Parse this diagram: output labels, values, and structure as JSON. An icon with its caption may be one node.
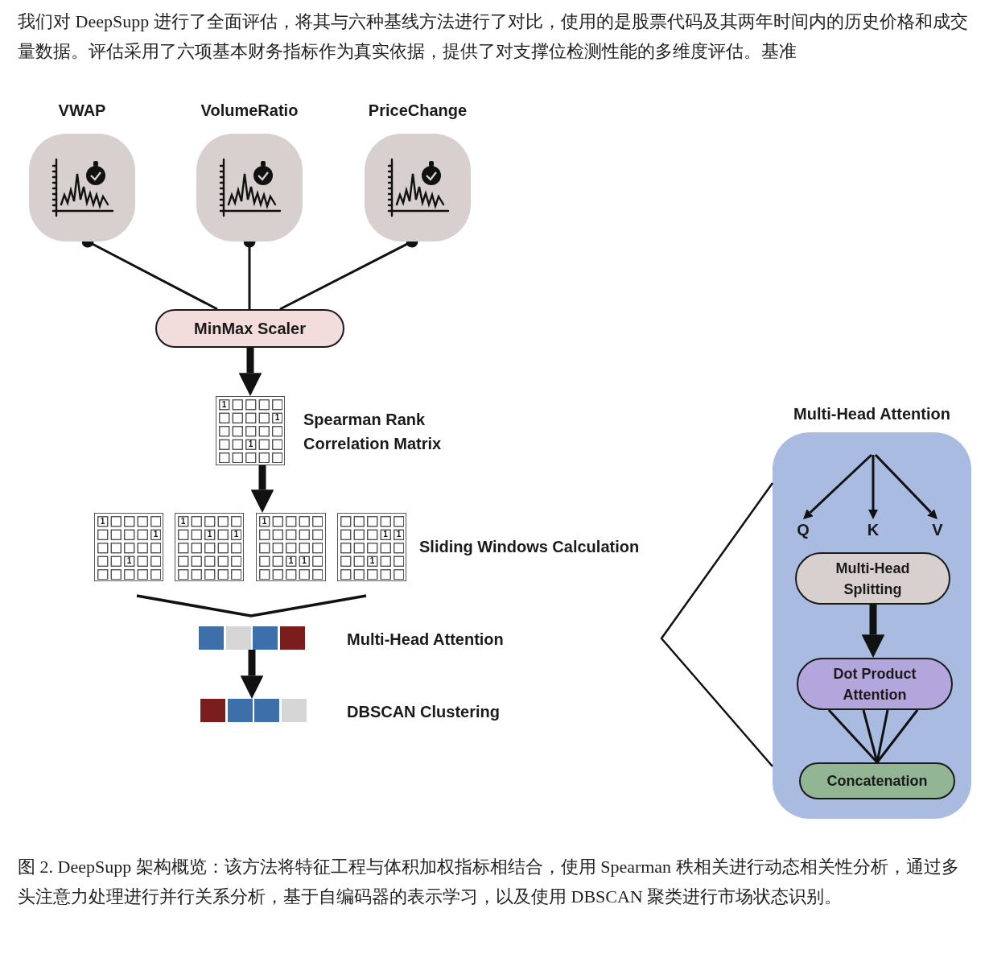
{
  "diagram": {
    "caption": "图 2. DeepSupp 架构概览：该方法将特征工程与体积加权指标相结合，使用 Spearman 秩相关进行动态相关性分析，通过多头注意力处理进行并行关系分析，基于自编码器的表示学习，以及使用 DBSCAN 聚类进行市场状态识别。",
    "nodes": [
      {
        "text": [
          "VWAP"
        ]
      },
      {
        "text": [
          "VolumeRatio"
        ]
      },
      {
        "text": [
          "PriceChange"
        ]
      },
      {
        "text": [
          "MinMax Scaler"
        ]
      },
      {
        "text": [
          "1",
          "1",
          "1"
        ],
        "beside": [
          "Spearman Rank Correlation Matrix"
        ]
      },
      {
        "text": [
          "1",
          "1",
          "1"
        ]
      },
      {
        "text": [
          "1",
          "1",
          "1"
        ]
      },
      {
        "text": [
          "1",
          "1",
          "1"
        ]
      },
      {
        "text": [
          "1",
          "1",
          "1"
        ],
        "beside": [
          "Sliding Windows Calculation"
        ]
      },
      {
        "text": [],
        "shape": "bar",
        "beside": [
          "Multi-Head Attention"
        ]
      },
      {
        "text": [],
        "shape": "bar",
        "beside": [
          "DBSCAN Clustering"
        ]
      },
      {
        "text": [
          "Multi-Head Attention"
        ]
      },
      {
        "text": [
          "Q"
        ],
        "in": 11
      },
      {
        "text": [
          "K"
        ],
        "in": 11
      },
      {
        "text": [
          "V"
        ],
        "in": 11
      },
      {
        "text": [
          "Multi-Head Splitting"
        ],
        "in": 11
      },
      {
        "text": [
          "Dot Product Attention"
        ],
        "in": 11
      },
      {
        "text": [
          "Concatenation"
        ],
        "in": 11
      }
    ],
    "edges": [
      {
        "from": 0,
        "to": 3,
        "arrow": "other"
      },
      {
        "from": 1,
        "to": 3,
        "arrow": "other"
      },
      {
        "from": 2,
        "to": 3,
        "arrow": "other"
      },
      {
        "from": 3,
        "to": 4,
        "arrow": "to",
        "style": "thick"
      },
      {
        "from": 4,
        "to": 7,
        "arrow": "to",
        "style": "thick"
      },
      {
        "from": 9,
        "to": 10,
        "arrow": "to",
        "style": "thick"
      },
      {
        "from": null,
        "to": 12,
        "arrow": "to"
      },
      {
        "from": null,
        "to": 13,
        "arrow": "to"
      },
      {
        "from": null,
        "to": 14,
        "arrow": "to"
      },
      {
        "from": 15,
        "to": 16,
        "arrow": "to",
        "style": "thick"
      },
      {
        "from": 16,
        "to": 17,
        "arrow": "none"
      },
      {
        "from": 16,
        "to": 17,
        "arrow": "none"
      },
      {
        "from": 16,
        "to": 17,
        "arrow": "none"
      },
      {
        "from": 16,
        "to": 17,
        "arrow": "none"
      }
    ],
    "labels": [
      "我们对 DeepSupp 进行了全面评估，将其与六种基线方法进行了对比，使用的是股票代码及其两年时间内的历史价格和成交量数据。评估采用了六项基本财务指标作为真实依据，提供了对支撑位检测性能的多维度评估。基准"
    ]
  }
}
